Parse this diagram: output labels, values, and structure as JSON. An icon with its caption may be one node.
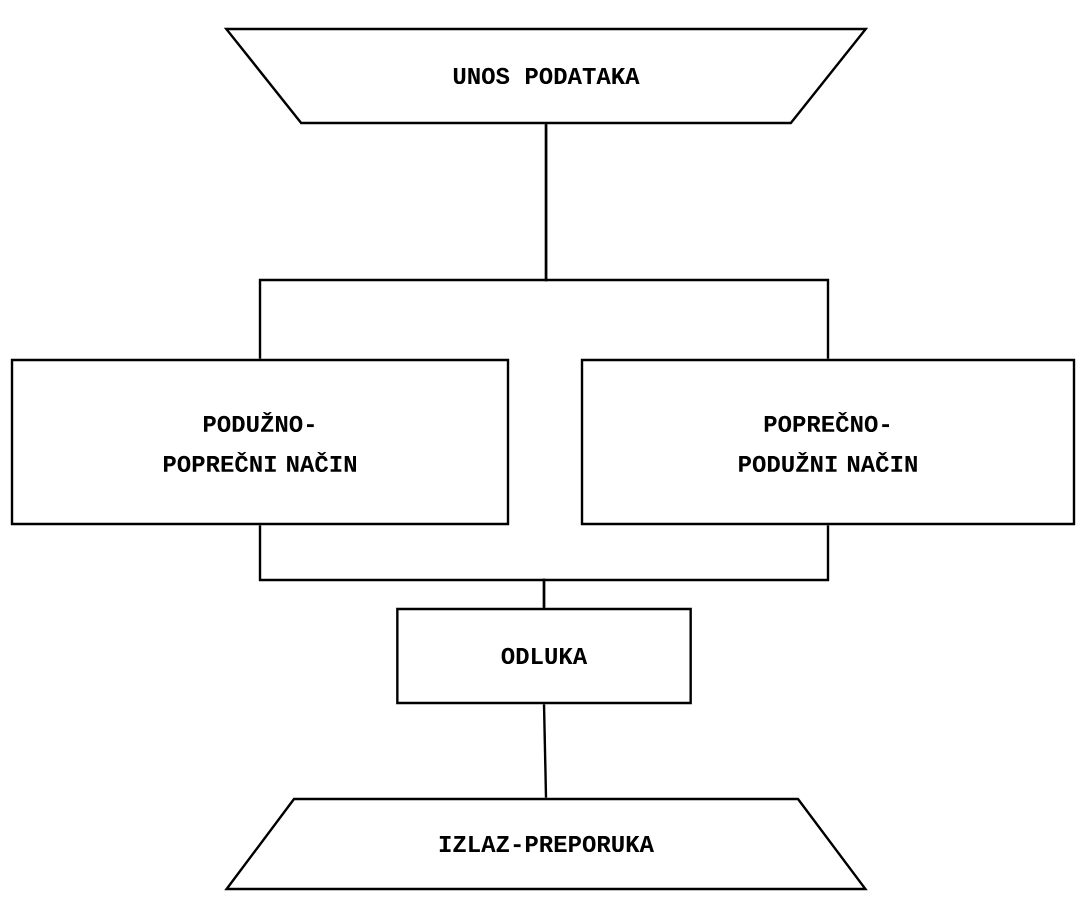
{
  "diagram": {
    "nodes": [
      {
        "text": [
          "UNOS PODATAKA"
        ]
      },
      {
        "text": [
          "PODUŽNO-POPREČNI NAČIN"
        ]
      },
      {
        "text": [
          "POPREČNO-PODUŽNI NAČIN"
        ]
      },
      {
        "text": [
          "ODLUKA"
        ]
      },
      {
        "text": [
          "IZLAZ-PREPORUKA"
        ]
      }
    ],
    "edges": [
      {
        "from": 0,
        "to": 1,
        "arrow": "none"
      },
      {
        "from": 0,
        "to": 2,
        "arrow": "none"
      },
      {
        "from": 1,
        "to": 3,
        "arrow": "none"
      },
      {
        "from": 2,
        "to": 3,
        "arrow": "none"
      },
      {
        "from": 3,
        "to": 4,
        "arrow": "none"
      }
    ]
  }
}
